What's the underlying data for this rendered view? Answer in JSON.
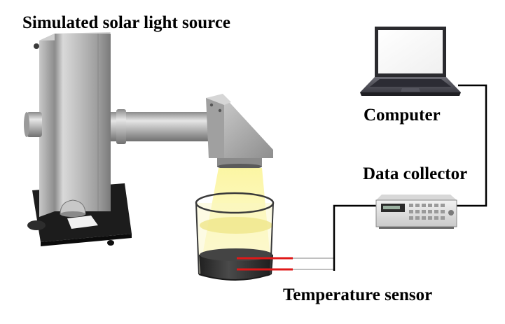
{
  "labels": {
    "source": "Simulated solar light source",
    "computer": "Computer",
    "collector": "Data collector",
    "sensor": "Temperature sensor"
  },
  "colors": {
    "metal_light": "#d9d9d9",
    "metal_mid": "#a8a8a8",
    "metal_dark": "#6e6e6e",
    "base": "#1c1c1c",
    "beam": "#f7f2a2",
    "liquid": "#333333",
    "sensor_wire": "#e01818",
    "cable": "#000000"
  }
}
